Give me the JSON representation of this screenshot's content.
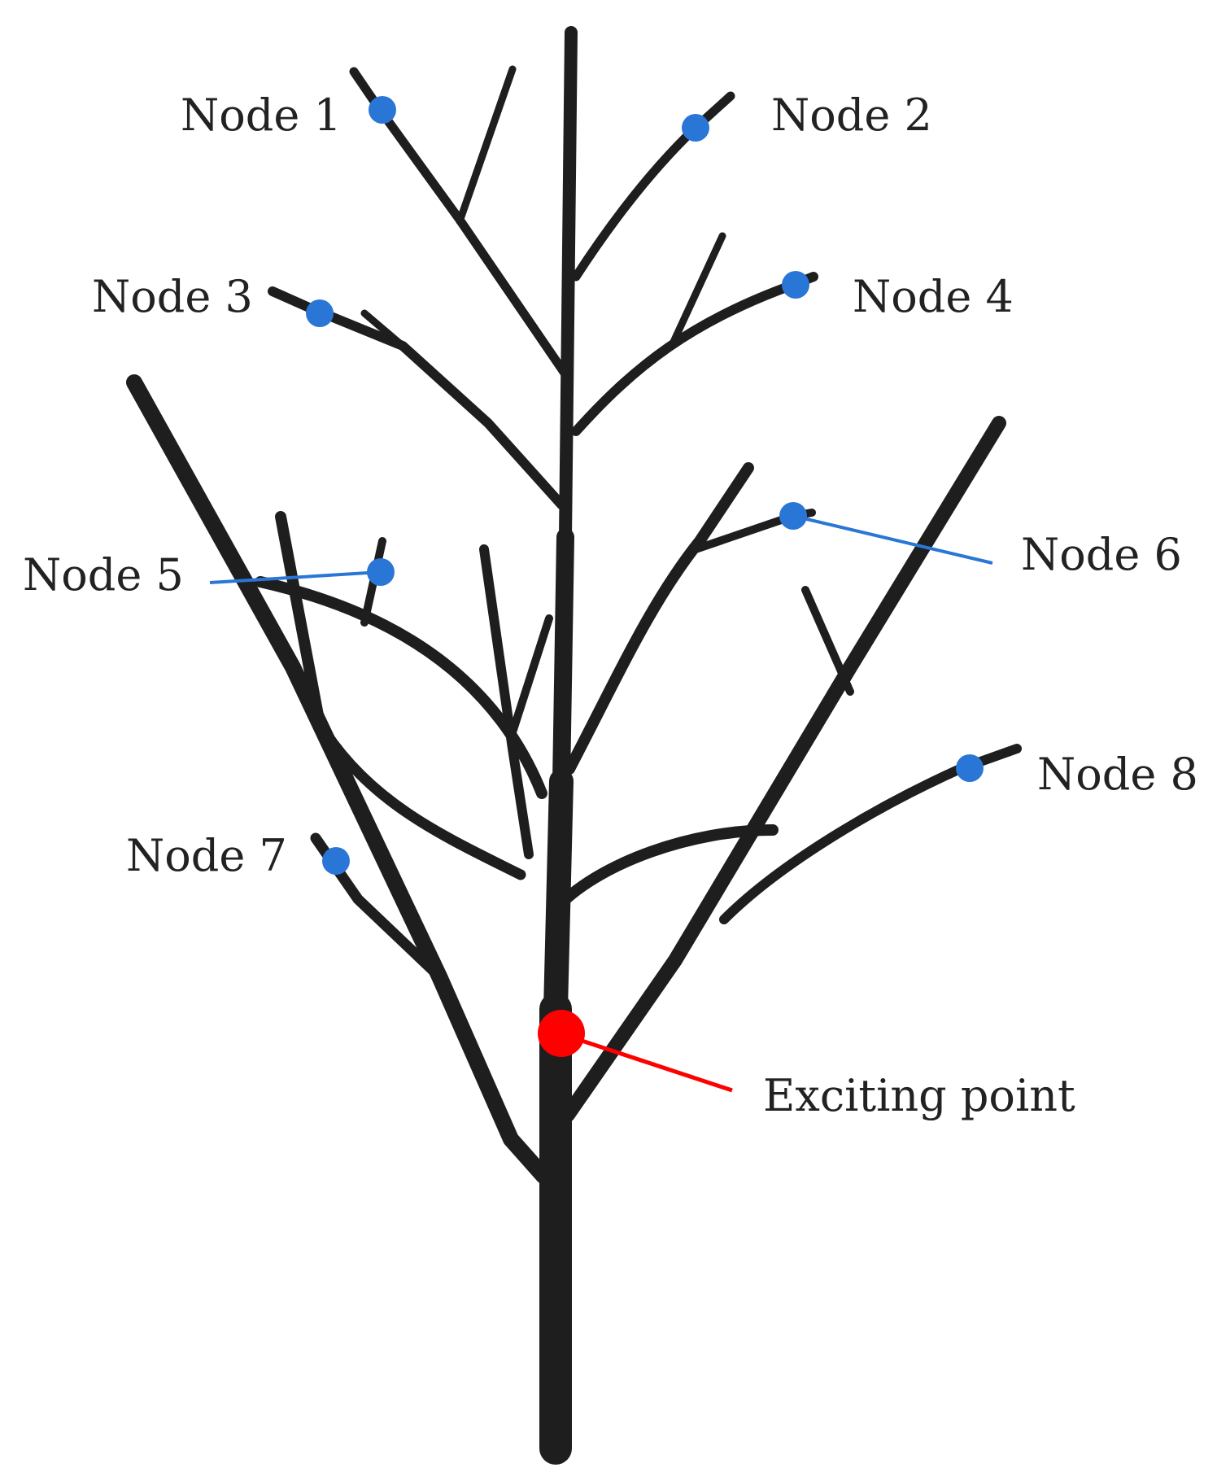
{
  "diagram": {
    "node_labels": {
      "n1": "Node 1",
      "n2": "Node 2",
      "n3": "Node 3",
      "n4": "Node 4",
      "n5": "Node 5",
      "n6": "Node 6",
      "n7": "Node 7",
      "n8": "Node 8"
    },
    "exciting_point_label": "Exciting point"
  },
  "colors": {
    "branch": "#1e1e1e",
    "node": "#2a76d6",
    "exciting_point": "#ff0000",
    "label_text": "#222222"
  }
}
